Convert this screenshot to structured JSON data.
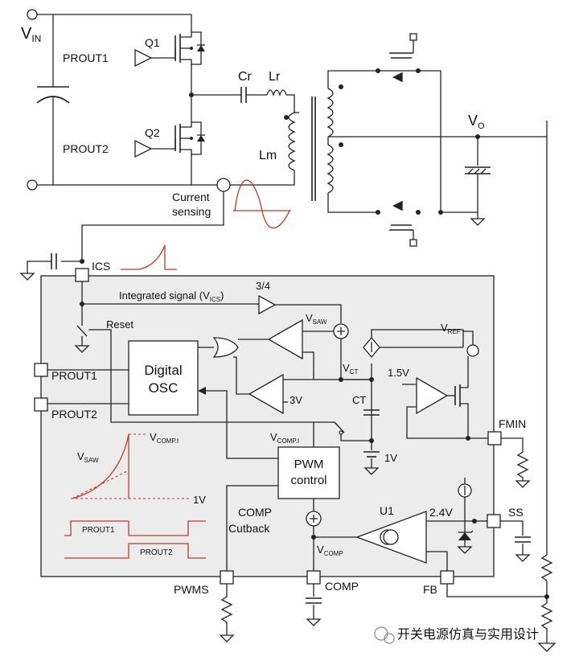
{
  "labels": {
    "vin": "V",
    "vin_sub": "IN",
    "q1": "Q1",
    "q2": "Q2",
    "prout1_gate": "PROUT1",
    "prout2_gate": "PROUT2",
    "cr": "Cr",
    "lr": "Lr",
    "lm": "Lm",
    "vo": "V",
    "vo_sub": "O",
    "current_sensing_1": "Current",
    "current_sensing_2": "sensing",
    "ics": "ICS",
    "integrated_signal": "Integrated signal (V",
    "integrated_signal_sub": "ICS",
    "integrated_signal_end": ")",
    "gain": "3/4",
    "reset": "Reset",
    "vsaw": "V",
    "vsaw_sub": "SAW",
    "digital_osc_1": "Digital",
    "digital_osc_2": "OSC",
    "prout1_pin": "PROUT1",
    "prout2_pin": "PROUT2",
    "vct": "V",
    "vct_sub": "CT",
    "three_v": "3V",
    "ct": "CT",
    "vref": "V",
    "vref_sub": "REF",
    "v15": "1.5V",
    "fmin": "FMIN",
    "vcomp_i": "V",
    "vcomp_i_sub": "COMP.I",
    "one_v": "1V",
    "pwm_1": "PWM",
    "pwm_2": "control",
    "comp_cutback_1": "COMP",
    "comp_cutback_2": "Cutback",
    "u1": "U1",
    "v24": "2.4V",
    "ss": "SS",
    "vcomp": "V",
    "vcomp_sub": "COMP",
    "pwms": "PWMS",
    "comp_pin": "COMP",
    "fb": "FB",
    "wave_vsaw": "V",
    "wave_vsaw_sub": "SAW",
    "wave_vcomp": "V",
    "wave_vcomp_sub": "COMP.I",
    "wave_1v": "1V",
    "wave_prout1": "PROUT1",
    "wave_prout2": "PROUT2",
    "watermark": "开关电源仿真与实用设计"
  },
  "colors": {
    "wire": "#222222",
    "waveform": "#c0392b",
    "ic_fill": "#ececec"
  }
}
